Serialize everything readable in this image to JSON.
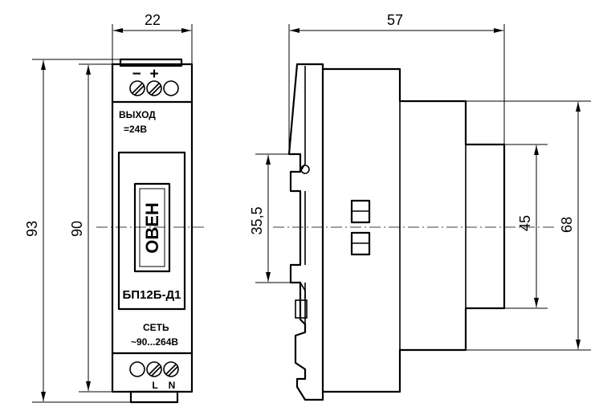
{
  "front_view": {
    "terminal_minus": "−",
    "terminal_plus": "+",
    "output_label": "ВЫХОД",
    "output_voltage": "=24В",
    "logo_text": "ОВЕН",
    "model": "БП12Б-Д1",
    "mains_label": "СЕТЬ",
    "mains_voltage": "~90...264В",
    "terminal_l": "L",
    "terminal_n": "N"
  },
  "dimensions": {
    "width": "22",
    "height_total": "93",
    "height_body": "90",
    "depth": "57",
    "rail_slot": "35,5",
    "step_inner": "45",
    "step_outer": "68"
  },
  "icons": {
    "arrow": "arrowhead-icon",
    "screw": "screw-terminal-icon"
  }
}
